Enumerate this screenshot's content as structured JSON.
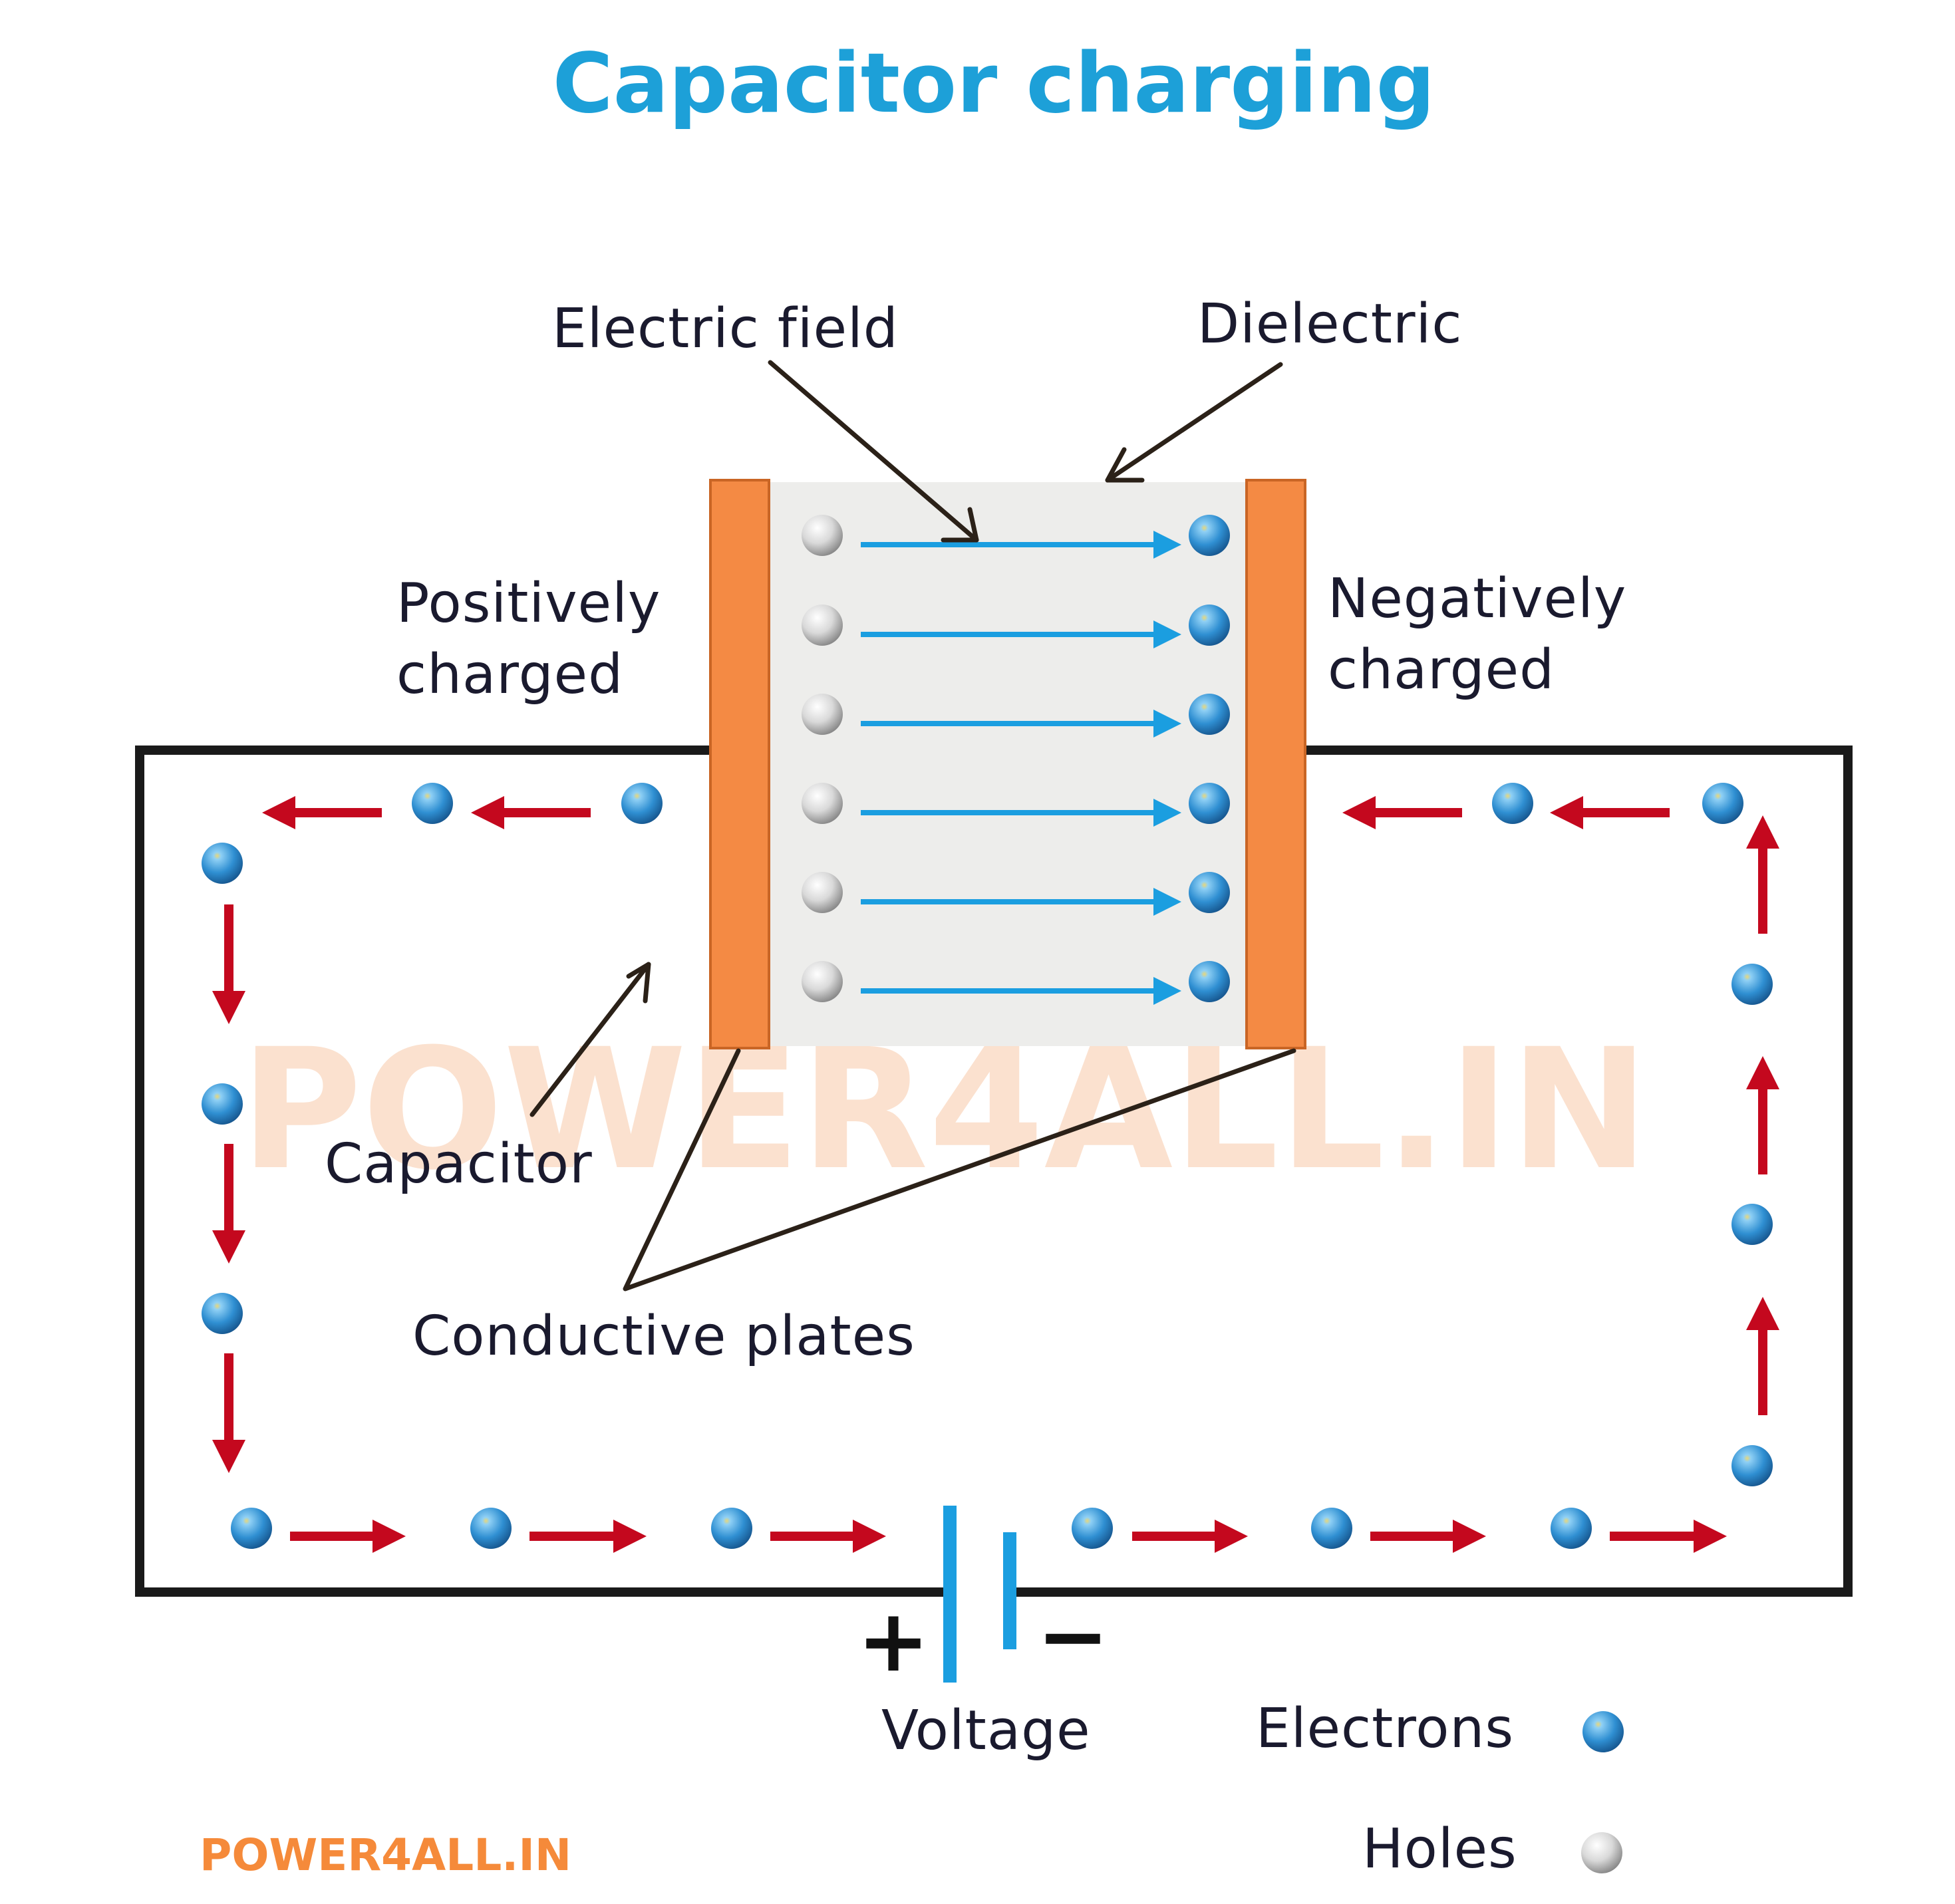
{
  "title": "Capacitor charging",
  "watermark": "POWER4ALL.IN",
  "brand": "POWER4ALL.IN",
  "labels": {
    "electric_field": "Electric field",
    "dielectric": "Dielectric",
    "positively_line1": "Positively",
    "positively_line2": "charged",
    "negatively_line1": "Negatively",
    "negatively_line2": "charged",
    "capacitor": "Capacitor",
    "conductive_plates": "Conductive plates",
    "voltage": "Voltage",
    "plus": "+",
    "minus": "−"
  },
  "legend": {
    "electrons": "Electrons",
    "holes": "Holes"
  },
  "colors": {
    "title": "#1da0d8",
    "plate": "#f48a44",
    "dielectric": "#ededeb",
    "field_arrow": "#1b9ee0",
    "flow_arrow": "#c4081e",
    "wire": "#1a1a1a",
    "battery": "#1b9ee0",
    "electron": "#2e86c8",
    "hole": "#c8c8c8",
    "watermark": "#fbe1cf",
    "brand": "#f58a3a"
  }
}
